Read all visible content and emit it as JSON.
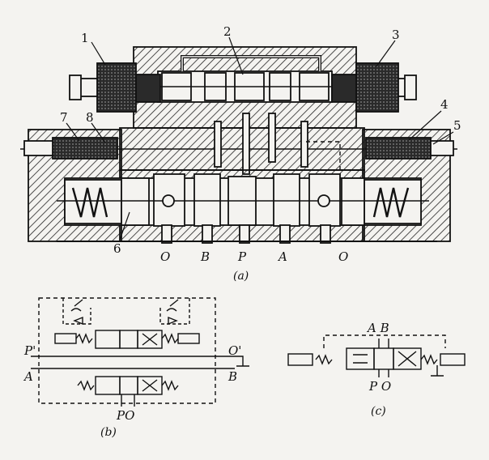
{
  "callouts": [
    "1",
    "2",
    "3",
    "4",
    "5",
    "6",
    "7",
    "8"
  ],
  "main_ports": [
    "O",
    "B",
    "P",
    "A",
    "O"
  ],
  "captions": {
    "a": "(a)",
    "b": "(b)",
    "c": "(c)"
  },
  "schematic_b": {
    "p_prime": "P'",
    "o_prime": "O'",
    "a": "A",
    "b": "B",
    "po": "PO"
  },
  "schematic_c": {
    "ab": "A B",
    "po": "P O"
  },
  "colors": {
    "ink": "#111111",
    "paper": "#f4f3f0",
    "coil": "#2a2a2a"
  }
}
